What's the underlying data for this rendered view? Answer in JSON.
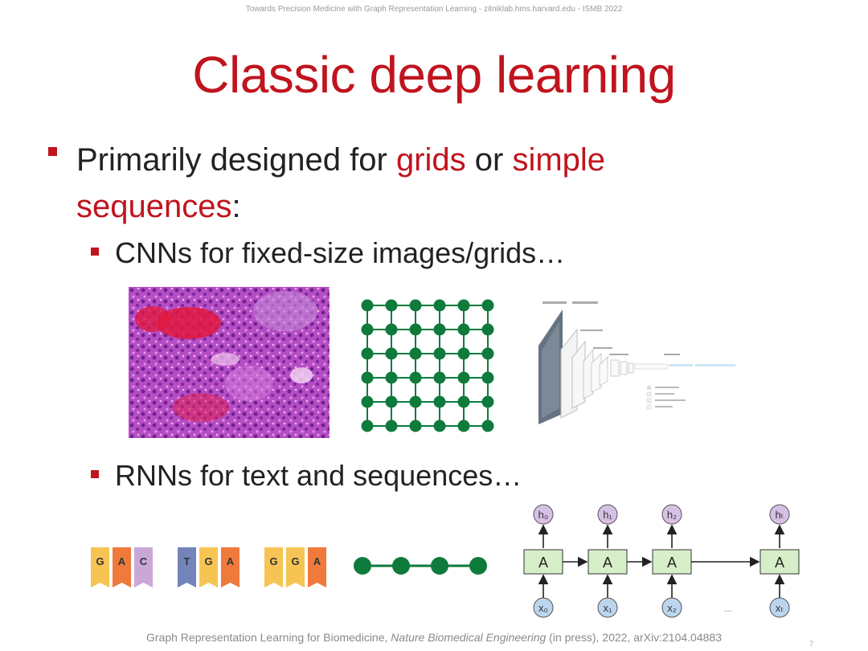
{
  "header": "Towards Precision Medicine with Graph Representation Learning - zitniklab.hms.harvard.edu - ISMB 2022",
  "title": "Classic deep learning",
  "bullet": {
    "prefix": "Primarily designed for ",
    "kw1": "grids",
    "mid": " or ",
    "kw2": "simple",
    "kw3": "sequences",
    "suffix": ":"
  },
  "sub1": "CNNs for fixed-size images/grids…",
  "sub2": "RNNs for text and sequences…",
  "dna_groups": [
    [
      "G",
      "A",
      "C"
    ],
    [
      "T",
      "G",
      "A"
    ],
    [
      "G",
      "G",
      "A"
    ]
  ],
  "nucleotide_colors": {
    "G": "#f6c453",
    "A": "#ef7a3c",
    "C": "#c9a8d8",
    "T": "#7284b9"
  },
  "rnn": {
    "cell_label": "A",
    "outputs": [
      "h₀",
      "h₁",
      "h₂",
      "hₜ"
    ],
    "inputs": [
      "x₀",
      "x₁",
      "x₂",
      "xₜ"
    ],
    "ellipsis": "..."
  },
  "footer": {
    "pre": "Graph Representation Learning for Biomedicine, ",
    "journal": "Nature Biomedical Engineering",
    "post": " (in press), 2022, arXiv:2104.04883"
  },
  "page_number": "7",
  "colors": {
    "accent": "#c0141e",
    "grid_node": "#0e7a3c",
    "rnn_cell": "#d7efc8",
    "rnn_out": "#d7c0e6",
    "rnn_in": "#bcd5ee"
  }
}
